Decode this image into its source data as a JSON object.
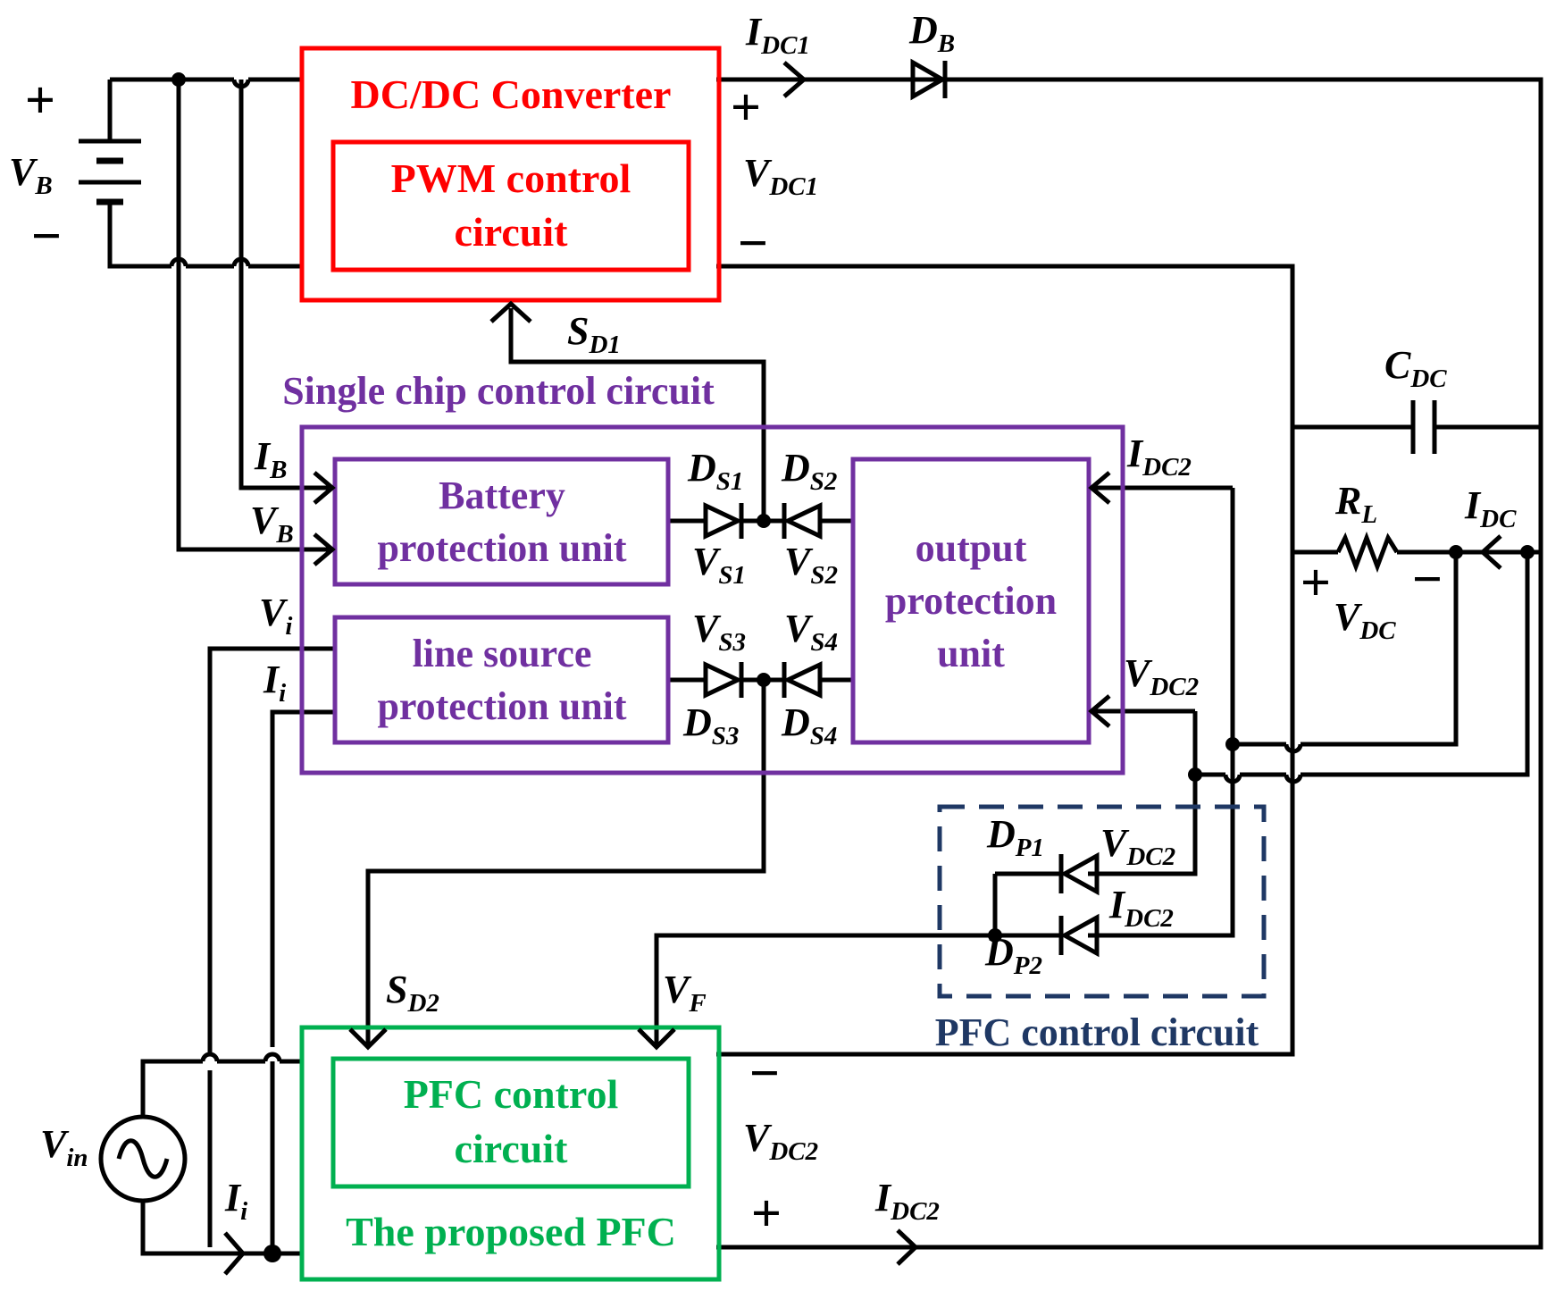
{
  "blocks": {
    "dcdc": "DC/DC Converter",
    "pwm": [
      "PWM control",
      "circuit"
    ],
    "single_chip": "Single chip control circuit",
    "battery": [
      "Battery",
      "protection unit"
    ],
    "line_source": [
      "line source",
      "protection unit"
    ],
    "output": [
      "output",
      "protection",
      "unit"
    ],
    "pfc_dashed": "PFC control circuit",
    "pfc_inner": [
      "PFC control",
      "circuit"
    ],
    "pfc_outer": "The proposed PFC"
  },
  "labels": {
    "vb_main": {
      "base": "V",
      "sub": "B"
    },
    "idc1": {
      "base": "I",
      "sub": "DC1"
    },
    "db": {
      "base": "D",
      "sub": "B"
    },
    "vdc1": {
      "base": "V",
      "sub": "DC1"
    },
    "sd1": {
      "base": "S",
      "sub": "D1"
    },
    "cdc": {
      "base": "C",
      "sub": "DC"
    },
    "ib": {
      "base": "I",
      "sub": "B"
    },
    "vb_in": {
      "base": "V",
      "sub": "B"
    },
    "ds1": {
      "base": "D",
      "sub": "S1"
    },
    "ds2": {
      "base": "D",
      "sub": "S2"
    },
    "vs1": {
      "base": "V",
      "sub": "S1"
    },
    "vs2": {
      "base": "V",
      "sub": "S2"
    },
    "idc2_top": {
      "base": "I",
      "sub": "DC2"
    },
    "rl": {
      "base": "R",
      "sub": "L"
    },
    "idc": {
      "base": "I",
      "sub": "DC"
    },
    "vdc": {
      "base": "V",
      "sub": "DC"
    },
    "vi": {
      "base": "V",
      "sub": "i"
    },
    "ii_top": {
      "base": "I",
      "sub": "i"
    },
    "vs3": {
      "base": "V",
      "sub": "S3"
    },
    "vs4": {
      "base": "V",
      "sub": "S4"
    },
    "ds3": {
      "base": "D",
      "sub": "S3"
    },
    "ds4": {
      "base": "D",
      "sub": "S4"
    },
    "vdc2_mid": {
      "base": "V",
      "sub": "DC2"
    },
    "dp1": {
      "base": "D",
      "sub": "P1"
    },
    "vdc2_pfc": {
      "base": "V",
      "sub": "DC2"
    },
    "idc2_pfc": {
      "base": "I",
      "sub": "DC2"
    },
    "dp2": {
      "base": "D",
      "sub": "P2"
    },
    "sd2": {
      "base": "S",
      "sub": "D2"
    },
    "vf": {
      "base": "V",
      "sub": "F"
    },
    "vin": {
      "base": "V",
      "sub": "in"
    },
    "vdc2_out": {
      "base": "V",
      "sub": "DC2"
    },
    "ii_bot": {
      "base": "I",
      "sub": "i"
    },
    "idc2_bot": {
      "base": "I",
      "sub": "DC2"
    }
  },
  "signs": {
    "plus": "+",
    "minus": "−"
  },
  "colors": {
    "wire": "#000000",
    "dcdc": "#ff0000",
    "control": "#7030a0",
    "pfc": "#00b050",
    "pfc_dashed": "#1f3864"
  }
}
